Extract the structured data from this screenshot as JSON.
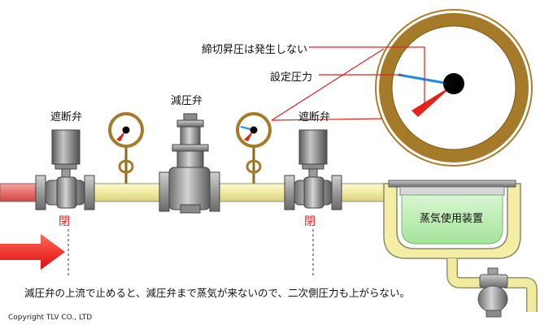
{
  "labels": {
    "shutoff_valve_left": "遮断弁",
    "shutoff_valve_right": "遮断弁",
    "pressure_reducing_valve": "減圧弁",
    "closed_left": "閉",
    "closed_right": "閉",
    "no_lockup_pressure": "締切昇圧は発生しない",
    "set_pressure": "設定圧力",
    "steam_equipment": "蒸気使用装置",
    "caption": "減圧弁の上流で止めると、減圧弁まで蒸気が来ないので、二次側圧力も上がらない。",
    "copyright": "Copyright TLV CO., LTD"
  },
  "colors": {
    "steam_pipe_high": "#e8706c",
    "pipe_low": "#f4f0a8",
    "pipe_outline": "#8c8c6c",
    "flow_arrow": "#ee1c1c",
    "gauge_ring": "#a57a28",
    "gauge_needle_red": "#e8201a",
    "gauge_needle_blue": "#1a8ce8",
    "equipment_fill": "#b8eeb0",
    "valve_gray": "#8c8c8c",
    "callout_red": "#e0201e"
  }
}
